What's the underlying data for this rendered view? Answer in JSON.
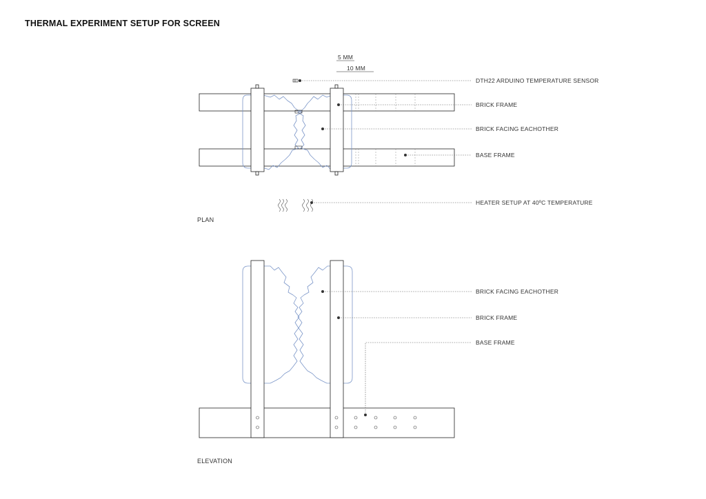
{
  "title": "THERMAL EXPERIMENT SETUP FOR SCREEN",
  "scale": {
    "small": "5 MM",
    "large": "10 MM"
  },
  "plan": {
    "view_label": "PLAN",
    "labels": {
      "sensor": "DTH22 ARDUINO TEMPERATURE SENSOR",
      "brick_frame": "BRICK FRAME",
      "brick_facing": "BRICK FACING EACHOTHER",
      "base_frame": "BASE FRAME",
      "heater": "HEATER SETUP AT 40ºC TEMPERATURE"
    }
  },
  "elevation": {
    "view_label": "ELEVATION",
    "labels": {
      "brick_facing": "BRICK FACING EACHOTHER",
      "brick_frame": "BRICK FRAME",
      "base_frame": "BASE FRAME"
    }
  }
}
